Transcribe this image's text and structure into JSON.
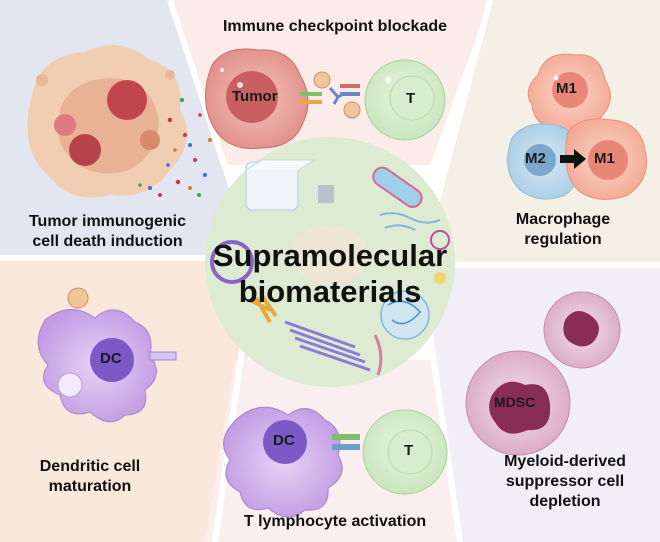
{
  "center": {
    "line1": "Supramolecular",
    "line2": "biomaterials"
  },
  "sections": {
    "top": "Immune checkpoint blockade",
    "top_left_line1": "Tumor immunogenic",
    "top_left_line2": "cell death induction",
    "top_right_line1": "Macrophage",
    "top_right_line2": "regulation",
    "bottom_left_line1": "Dendritic cell",
    "bottom_left_line2": "maturation",
    "bottom": "T lymphocyte activation",
    "bottom_right_line1": "Myeloid-derived",
    "bottom_right_line2": "suppressor cell",
    "bottom_right_line3": "depletion"
  },
  "cell_labels": {
    "tumor": "Tumor",
    "t_top": "T",
    "m1_top": "M1",
    "m2": "M2",
    "m1_right": "M1",
    "dc_left": "DC",
    "dc_bottom": "DC",
    "t_bottom": "T",
    "mdsc": "MDSC"
  },
  "colors": {
    "panel_top_left": "#e3e6f1",
    "panel_top": "#fbece9",
    "panel_top_right": "#f5f0e6",
    "panel_bottom_left": "#fbe8dc",
    "panel_bottom": "#fbeeee",
    "panel_bottom_right": "#f1eff5",
    "center_circle": "#dcebd2"
  }
}
